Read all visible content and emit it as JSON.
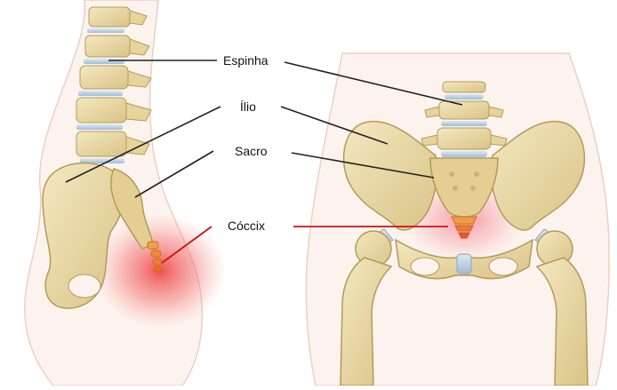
{
  "labels": {
    "spine": "Espinha",
    "ilium": "Ílio",
    "sacrum": "Sacro",
    "coccyx": "Cóccix"
  },
  "colors": {
    "bone": "#ecdca6",
    "bone_shadow": "#c9b477",
    "bone_outline": "#b29a5a",
    "disc": "#b8cfe0",
    "skin": "#fbeee6",
    "skin_outline": "#e8c8bc",
    "pain_glow": "#f05a5a",
    "coccyx": "#f08a3a",
    "leader_line": "#222222",
    "coccyx_line": "#cc1111"
  }
}
